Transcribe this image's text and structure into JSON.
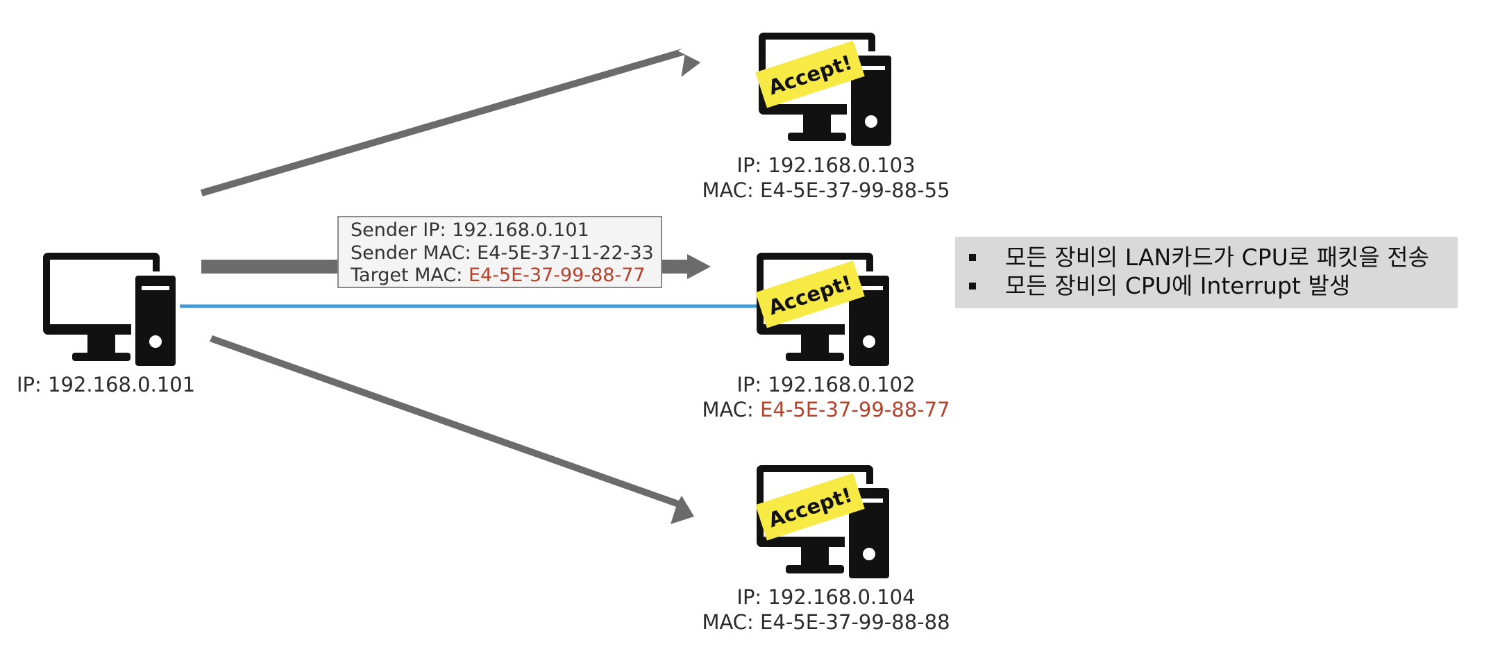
{
  "sender": {
    "ip_label": "IP: 192.168.0.101"
  },
  "packet": {
    "sender_ip": "Sender IP: 192.168.0.101",
    "sender_mac": "Sender MAC: E4-5E-37-11-22-33",
    "target_mac_prefix": "Target MAC: ",
    "target_mac_value": "E4-5E-37-99-88-77"
  },
  "receivers": [
    {
      "id": "top",
      "ip": "IP: 192.168.0.103",
      "mac_prefix": "MAC: ",
      "mac_value": "E4-5E-37-99-88-55",
      "highlight": false,
      "sticker": "Accept!"
    },
    {
      "id": "middle",
      "ip": "IP: 192.168.0.102",
      "mac_prefix": "MAC: ",
      "mac_value": "E4-5E-37-99-88-77",
      "highlight": true,
      "sticker": "Accept!"
    },
    {
      "id": "bottom",
      "ip": "IP: 192.168.0.104",
      "mac_prefix": "MAC: ",
      "mac_value": "E4-5E-37-99-88-88",
      "highlight": false,
      "sticker": "Accept!"
    }
  ],
  "notes": [
    "모든 장비의 LAN카드가 CPU로 패킷을 전송",
    "모든 장비의 CPU에 Interrupt 발생"
  ],
  "colors": {
    "arrow": "#6b6b6b",
    "link_line": "#3d9ad6",
    "sticker": "#f7ea45",
    "highlight_text": "#b5412b",
    "computer": "#111111"
  }
}
